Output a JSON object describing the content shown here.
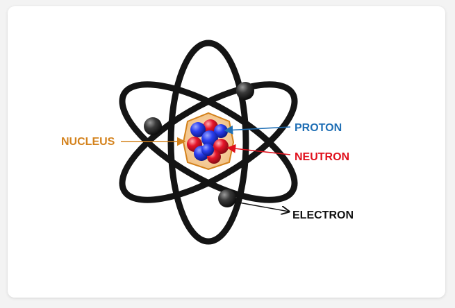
{
  "labels": {
    "nucleus": "NUCLEUS",
    "proton": "PROTON",
    "neutron": "NEUTRON",
    "electron": "ELECTRON"
  },
  "colors": {
    "nucleus": "#d4821c",
    "proton": "#1f6fb5",
    "neutron": "#e0101c",
    "electron": "#111111",
    "orbit": "#141414",
    "proton_sphere": "#2a3ff0",
    "neutron_sphere": "#e5152a"
  },
  "icons": {
    "electron": "dark-sphere",
    "proton": "blue-sphere",
    "neutron": "red-sphere"
  }
}
